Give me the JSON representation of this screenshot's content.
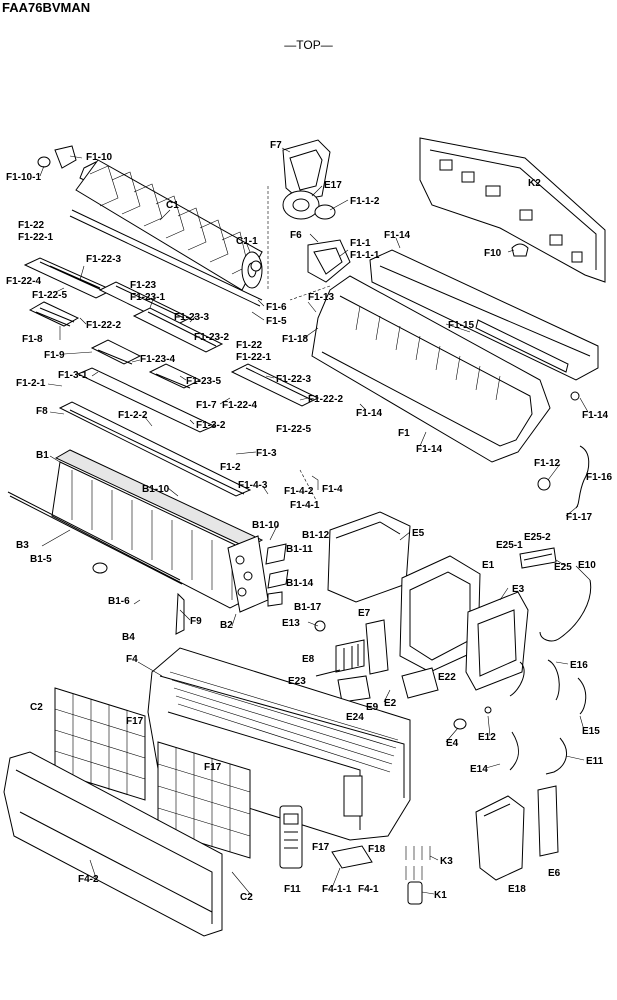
{
  "model_code": "FAA76BVMAN",
  "view_label": "—TOP—",
  "callouts": [
    "F1-10",
    "F1-10-1",
    "F7",
    "E17",
    "F1-1-2",
    "F6",
    "K2",
    "C1",
    "F1-22",
    "F1-22-1",
    "C1-1",
    "F1-14",
    "F1-1",
    "F1-1-1",
    "F10",
    "F1-22-3",
    "F1-22-4",
    "F1-22-5",
    "F1-23",
    "F1-23-1",
    "F1-6",
    "F1-5",
    "F1-13",
    "F1-8",
    "F1-22-2",
    "F1-23-3",
    "F1-23-2",
    "F1-18",
    "F1-15",
    "F1-9",
    "F1-23-4",
    "F1-22",
    "F1-22-1",
    "F1-3-1",
    "F1-23-5",
    "F1-22-3",
    "F1-2-1",
    "F1-7",
    "F1-22-4",
    "F1-22-2",
    "F1-14",
    "F8",
    "F1-2-2",
    "F1-3-2",
    "F1-22-5",
    "F1",
    "F1-14",
    "F1-14",
    "B1",
    "F1-3",
    "F1-2",
    "F1-12",
    "F1-16",
    "B1-10",
    "F1-4-3",
    "F1-4-2",
    "F1-4",
    "F1-4-1",
    "F1-17",
    "B1-10",
    "B1-12",
    "E5",
    "B3",
    "B1-11",
    "E25-1",
    "E25-2",
    "E1",
    "E25",
    "E10",
    "B1-5",
    "B1-14",
    "E3",
    "B1-6",
    "B1-17",
    "B4",
    "F9",
    "B2",
    "E7",
    "E13",
    "F4",
    "E8",
    "E16",
    "E23",
    "E22",
    "E2",
    "E24",
    "E9",
    "C2",
    "F17",
    "E4",
    "E12",
    "E15",
    "F17",
    "E14",
    "E11",
    "F17",
    "F18",
    "K3",
    "F4-2",
    "F11",
    "F4-1-1",
    "F4-1",
    "K1",
    "C2",
    "E18",
    "E6"
  ]
}
